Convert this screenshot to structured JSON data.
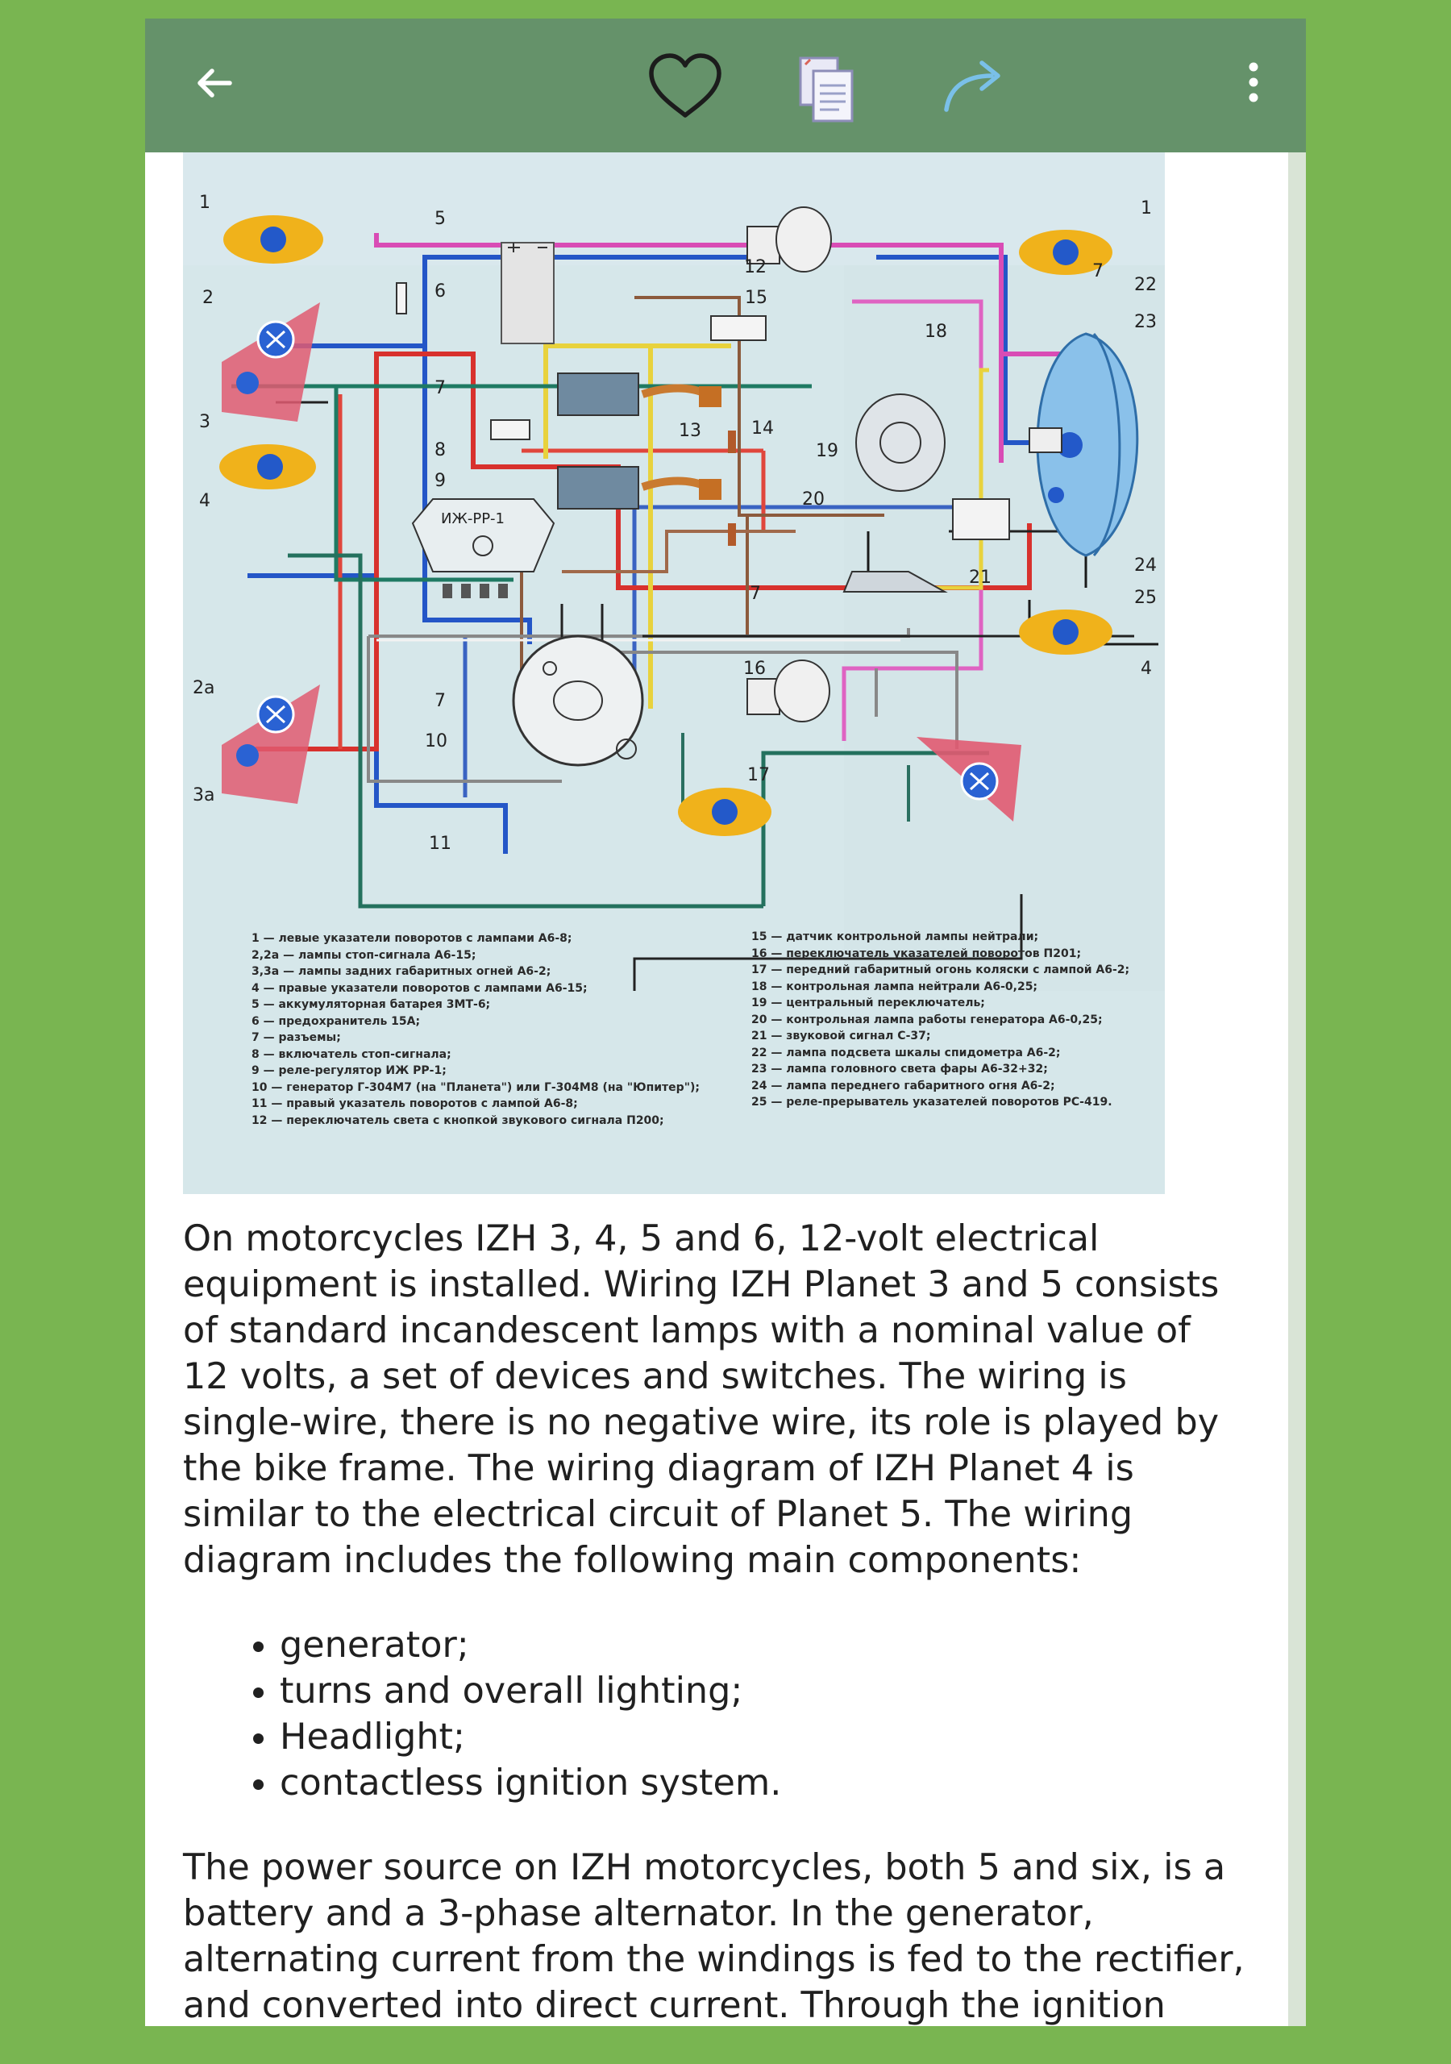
{
  "toolbar": {
    "icons": [
      "back-arrow-icon",
      "heart-icon",
      "copy-icon",
      "share-arrow-icon",
      "more-vert-icon"
    ]
  },
  "colors": {
    "page_background": "#79b551",
    "toolbar": "#65926a",
    "accent": "#7ac0e8"
  },
  "diagram": {
    "component_numbers": [
      "1",
      "1",
      "2",
      "2a",
      "3",
      "3a",
      "4",
      "4",
      "5",
      "6",
      "7",
      "7",
      "7",
      "7",
      "8",
      "9",
      "10",
      "11",
      "12",
      "13",
      "14",
      "15",
      "16",
      "17",
      "18",
      "19",
      "20",
      "21",
      "22",
      "23",
      "24",
      "25"
    ],
    "regulator_label": "ИЖ-РР-1",
    "legend_left": [
      "1 — левые указатели поворотов с лампами А6-8;",
      "2,2а — лампы стоп-сигнала А6-15;",
      "3,3а — лампы задних габаритных огней А6-2;",
      "4 — правые указатели поворотов с лампами А6-15;",
      "5 — аккумуляторная батарея 3МТ-6;",
      "6 — предохранитель 15А;",
      "7 — разъемы;",
      "8 — включатель стоп-сигнала;",
      "9 — реле-регулятор ИЖ РР-1;",
      "10 — генератор Г-304М7 (на \"Планета\") или Г-304М8 (на \"Юпитер\");",
      "11 — правый указатель поворотов с лампой А6-8;",
      "12 — переключатель света с кнопкой звукового сигнала П200;"
    ],
    "legend_right": [
      "15 — датчик контрольной лампы нейтрали;",
      "16 — переключатель указателей поворотов П201;",
      "17 — передний габаритный огонь коляски с лампой А6-2;",
      "18 — контрольная лампа нейтрали А6-0,25;",
      "19 — центральный переключатель;",
      "20 — контрольная лампа работы генератора А6-0,25;",
      "21 — звуковой сигнал С-37;",
      "22 — лампа подсвета шкалы спидометра А6-2;",
      "23 — лампа головного света фары А6-32+32;",
      "24 — лампа переднего габаритного огня А6-2;",
      "25 — реле-прерыватель указателей поворотов РС-419."
    ]
  },
  "article": {
    "intro": "On motorcycles IZH 3, 4, 5 and 6, 12-volt electrical equipment is installed. Wiring IZH Planet 3 and 5 consists of standard incandescent lamps with a nominal value of 12 volts, a set of devices and switches. The wiring is single-wire, there is no negative wire, its role is played by the bike frame. The wiring diagram of IZH Planet 4 is similar to the electrical circuit of Planet 5. The wiring diagram includes the following main components:",
    "components": [
      "generator;",
      "turns and overall lighting;",
      "Headlight;",
      "contactless ignition system."
    ],
    "power": "The power source on IZH motorcycles, both 5 and six, is a battery and a 3-phase alternator. In the generator, alternating current from the windings is fed to the rectifier, and converted into direct current. Through the ignition switch, power is"
  }
}
